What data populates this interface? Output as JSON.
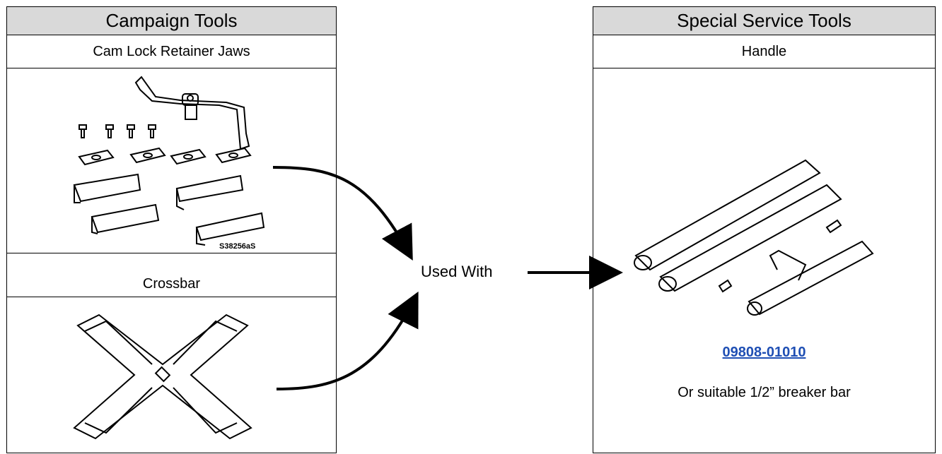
{
  "left_table": {
    "header": "Campaign Tools",
    "row1_label": "Cam Lock Retainer Jaws",
    "image1_caption": "S38256aS",
    "row2_label": "Crossbar"
  },
  "right_table": {
    "header": "Special Service Tools",
    "row1_label": "Handle",
    "part_number": "09808-01010",
    "alternative": "Or suitable 1/2” breaker bar"
  },
  "center_label": "Used With",
  "colors": {
    "header_bg": "#d9d9d9",
    "link": "#1f4fb4",
    "line": "#000000"
  }
}
